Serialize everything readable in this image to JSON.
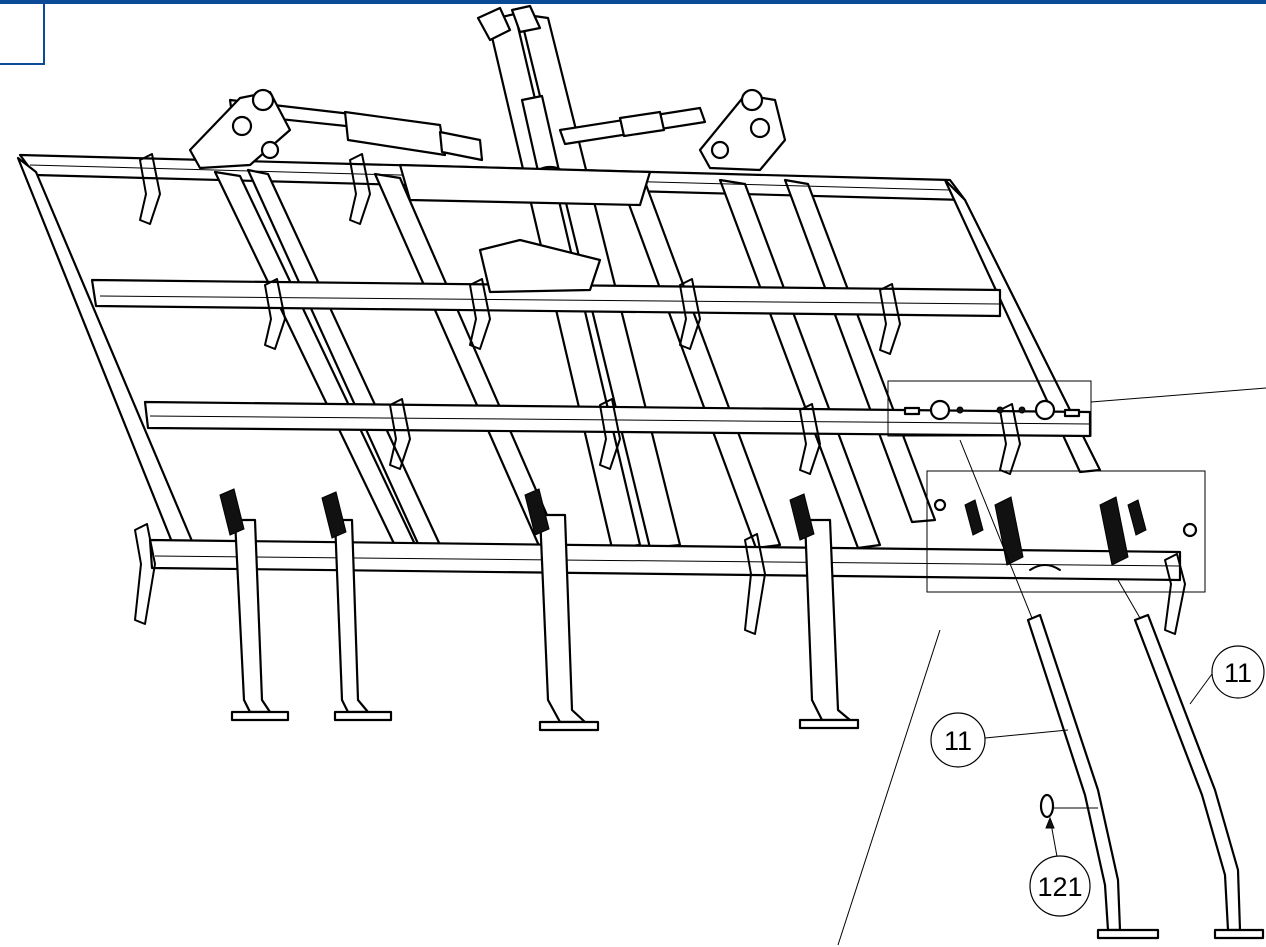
{
  "callouts": [
    {
      "label": "11"
    },
    {
      "label": "11"
    },
    {
      "label": "121"
    }
  ],
  "colors": {
    "frame_border": "#0a4a96",
    "line": "#000000"
  }
}
